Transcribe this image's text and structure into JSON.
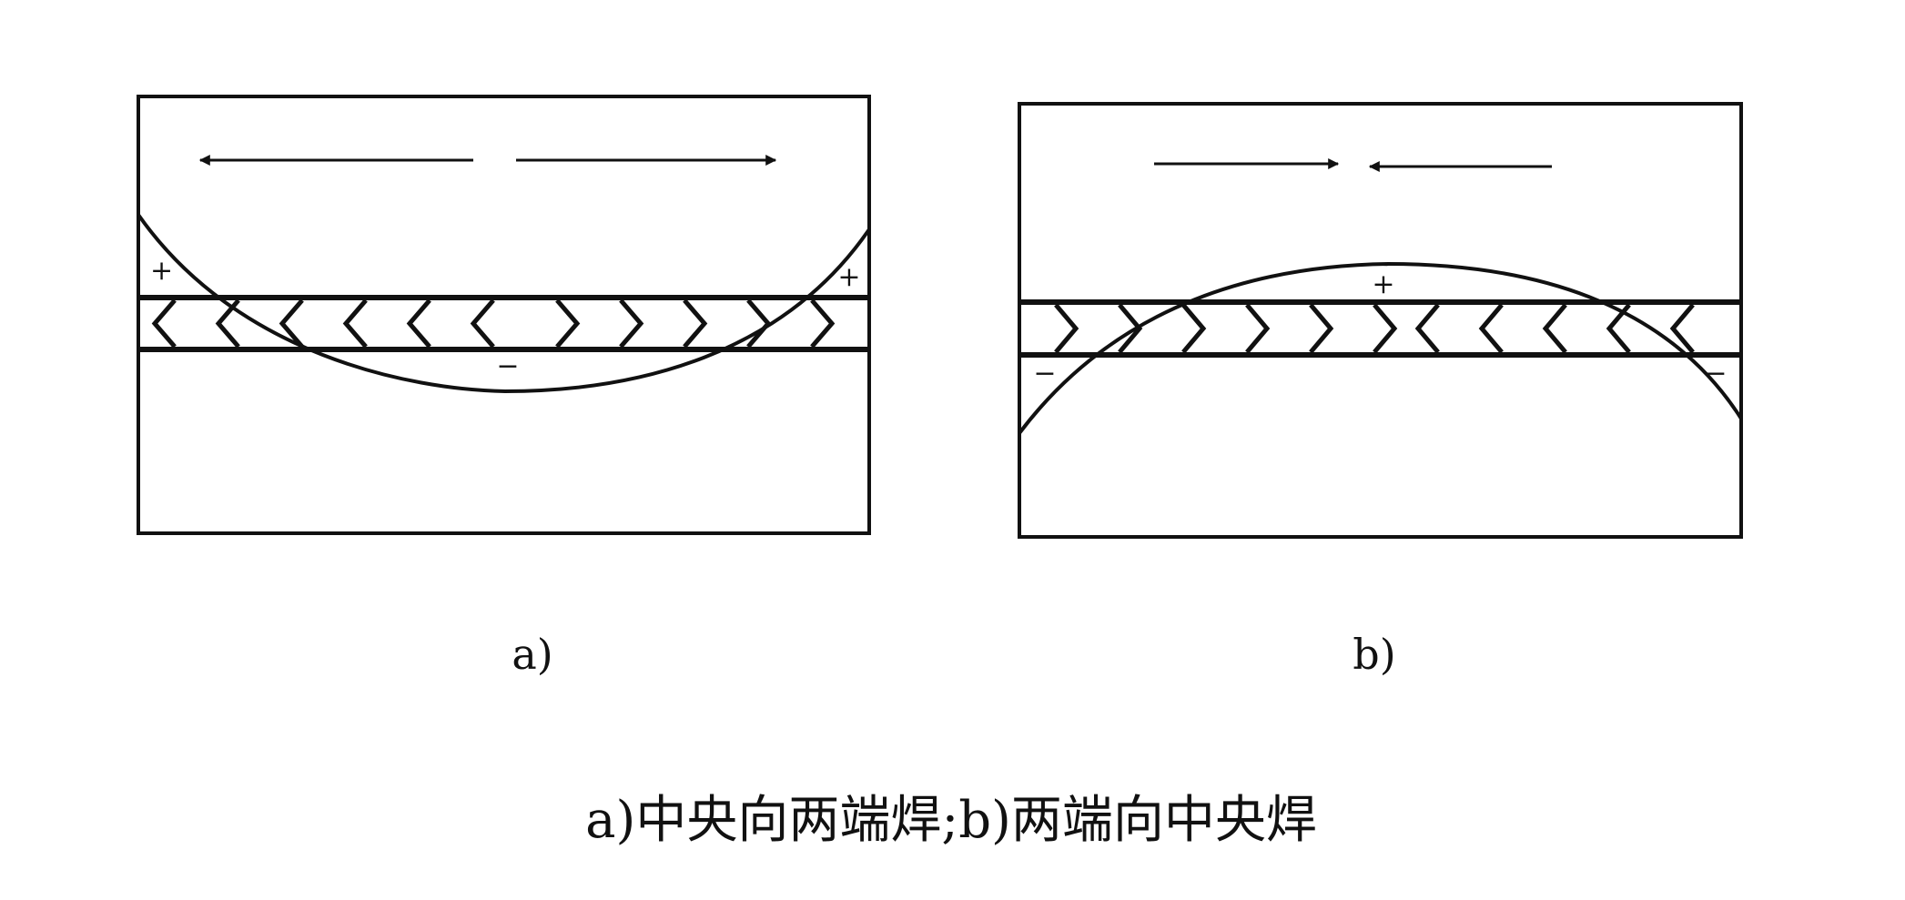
{
  "panels": [
    {
      "id": "a",
      "label": "a)",
      "sign_upper_left": "+",
      "sign_upper_right": "+",
      "sign_lower": "−",
      "arrows": "outward",
      "curve": "down"
    },
    {
      "id": "b",
      "label": "b)",
      "sign_upper": "+",
      "sign_lower_left": "−",
      "sign_lower_right": "−",
      "arrows": "inward",
      "curve": "up"
    }
  ],
  "caption": "a)中央向两端焊;b)两端向中央焊",
  "colors": {
    "ink": "#111111",
    "background": "#ffffff"
  }
}
